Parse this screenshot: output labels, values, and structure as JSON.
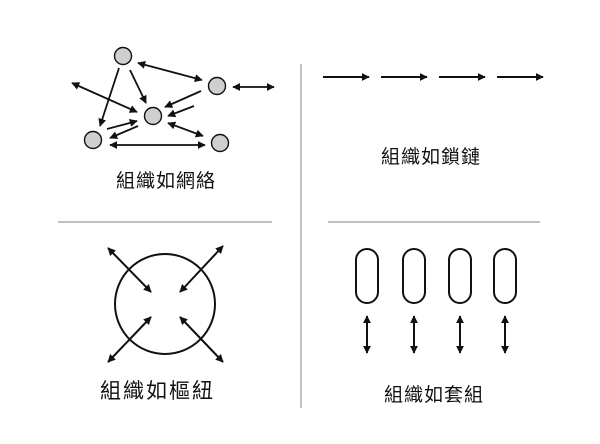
{
  "panels": {
    "network": {
      "caption": "組織如網絡"
    },
    "chain": {
      "caption": "組織如鎖鏈"
    },
    "hub": {
      "caption": "組織如樞紐"
    },
    "set": {
      "caption": "組織如套組"
    }
  },
  "colors": {
    "stroke": "#111111",
    "node_fill": "#cfcfcf",
    "divider": "#9a9a9a",
    "background": "#ffffff"
  }
}
